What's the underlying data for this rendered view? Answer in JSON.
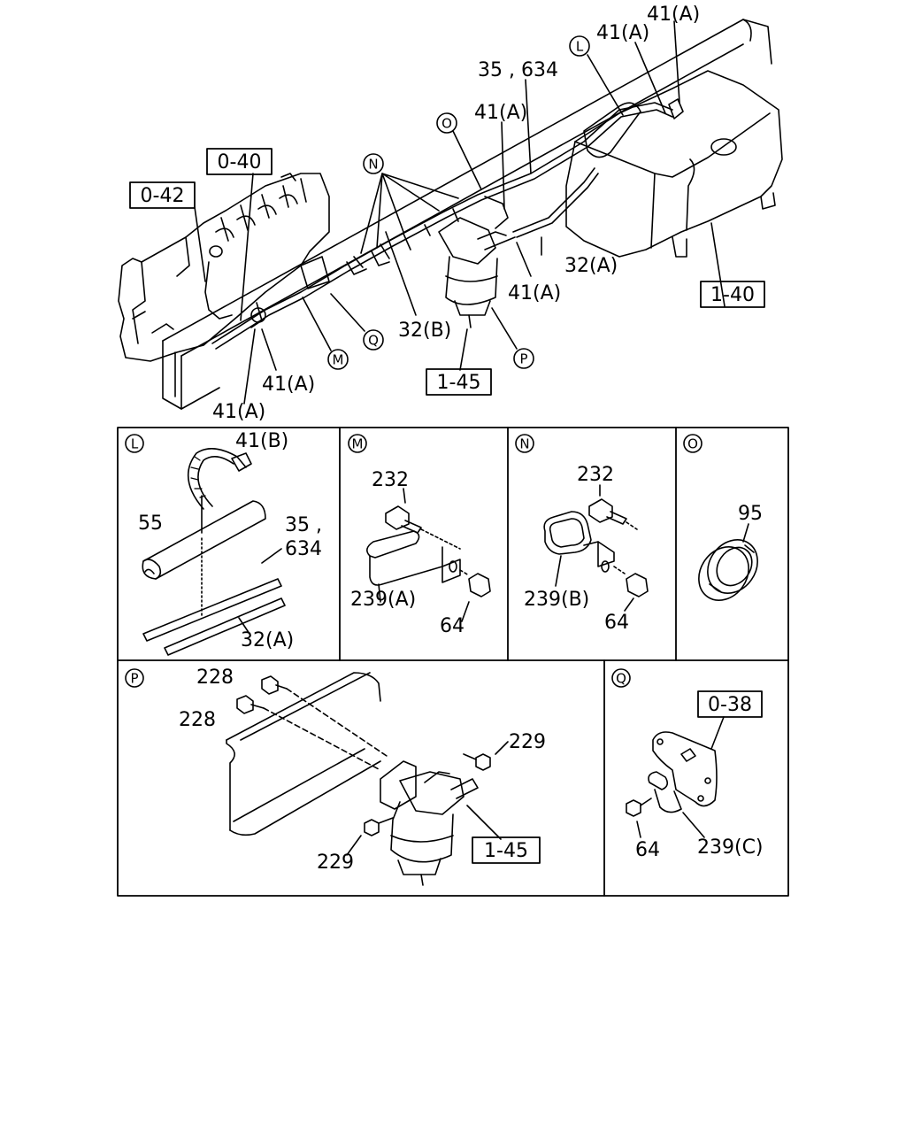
{
  "main_view": {
    "refs": {
      "r_0_42": "0-42",
      "r_0_40": "0-40",
      "r_1_40": "1-40",
      "r_1_45": "1-45"
    },
    "labels": {
      "l_41a_top": "41(A)",
      "l_41a_top2": "41(A)",
      "l_35_634": "35 , 634",
      "l_41a_mid": "41(A)",
      "l_32a": "32(A)",
      "l_41a_filter": "41(A)",
      "l_32b": "32(B)",
      "l_41a_left": "41(A)",
      "l_41a_bottom": "41(A)"
    },
    "callouts": {
      "c_n": "N",
      "c_l": "L",
      "c_o": "O",
      "c_q": "Q",
      "c_m": "M",
      "c_p": "P"
    }
  },
  "detail_panels": {
    "panel_l": {
      "letter": "L",
      "labels": {
        "l_41b": "41(B)",
        "l_55": "55",
        "l_35": "35 ,",
        "l_634": "634",
        "l_32a": "32(A)"
      }
    },
    "panel_m": {
      "letter": "M",
      "labels": {
        "l_232": "232",
        "l_239a": "239(A)",
        "l_64": "64"
      }
    },
    "panel_n": {
      "letter": "N",
      "labels": {
        "l_232": "232",
        "l_239b": "239(B)",
        "l_64": "64"
      }
    },
    "panel_o": {
      "letter": "O",
      "labels": {
        "l_95": "95"
      }
    },
    "panel_p": {
      "letter": "P",
      "labels": {
        "l_228a": "228",
        "l_228b": "228",
        "l_229a": "229",
        "l_229b": "229"
      },
      "ref": "1-45"
    },
    "panel_q": {
      "letter": "Q",
      "labels": {
        "l_64": "64",
        "l_239c": "239(C)"
      },
      "ref": "0-38"
    }
  }
}
